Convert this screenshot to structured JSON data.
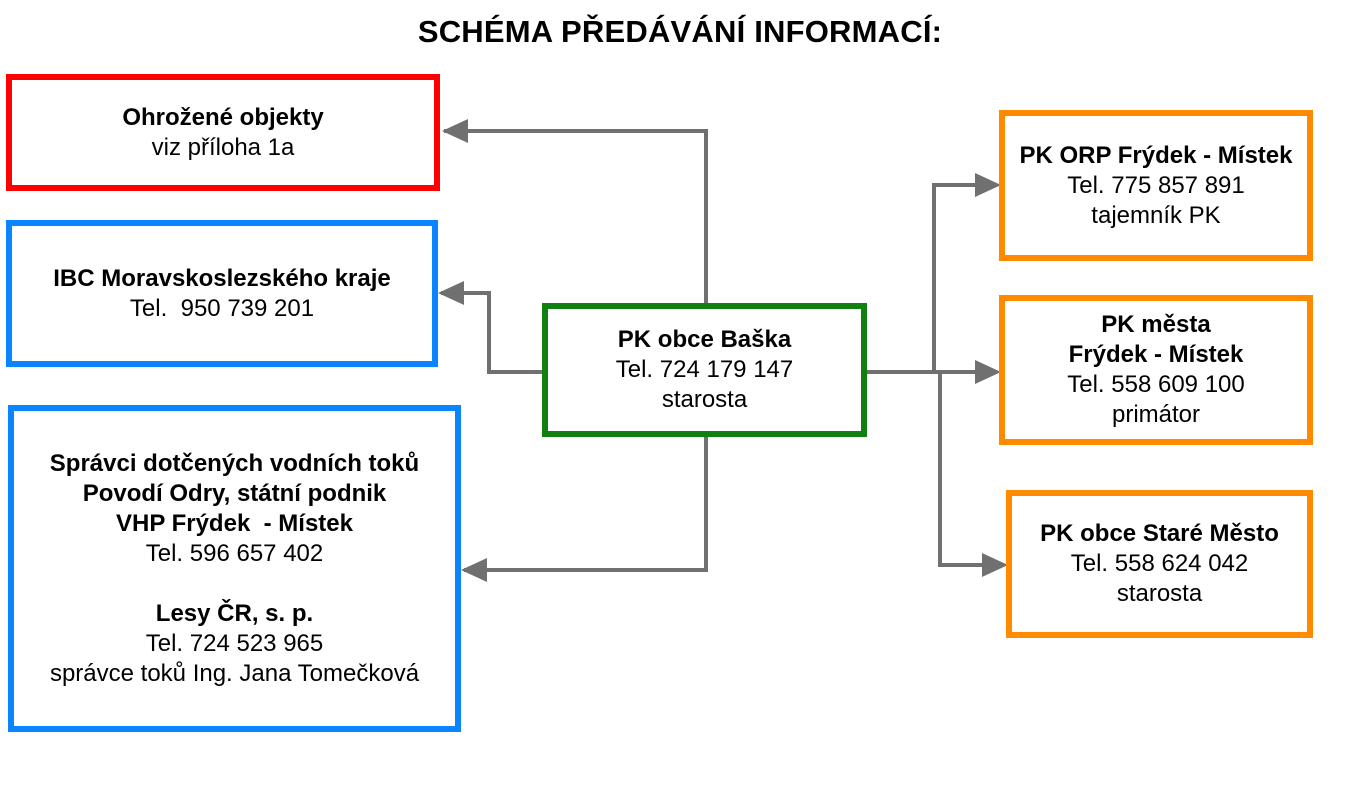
{
  "title": "SCHÉMA PŘEDÁVÁNÍ INFORMACÍ:",
  "center": {
    "name": "PK obce Baška",
    "phone": "Tel. 724 179 147",
    "role": "starosta"
  },
  "left": {
    "ohrozene": {
      "name": "Ohrožené objekty",
      "note": "viz příloha 1a"
    },
    "ibc": {
      "name": "IBC Moravskoslezského kraje",
      "phone": "Tel.  950 739 201"
    },
    "spravci": {
      "line1": "Správci dotčených vodních toků",
      "line2": "Povodí Odry, státní podnik",
      "line3": "VHP Frýdek  - Místek",
      "phone1": "Tel. 596 657 402",
      "line4": "Lesy ČR, s. p.",
      "phone2": "Tel. 724 523 965",
      "contact": "správce toků Ing. Jana Tomečková"
    }
  },
  "right": {
    "orp": {
      "name": "PK ORP Frýdek - Místek",
      "phone": "Tel. 775 857 891",
      "role": "tajemník PK"
    },
    "mesta": {
      "name1": "PK města",
      "name2": "Frýdek - Místek",
      "phone": "Tel. 558 609 100",
      "role": "primátor"
    },
    "stare": {
      "name": "PK obce Staré Město",
      "phone": "Tel. 558 624 042",
      "role": "starosta"
    }
  },
  "colors": {
    "red_border": "#ff0000",
    "blue_border": "#0a84ff",
    "green_border": "#108010",
    "orange_border": "#ff8a00",
    "connector": "#707070"
  }
}
